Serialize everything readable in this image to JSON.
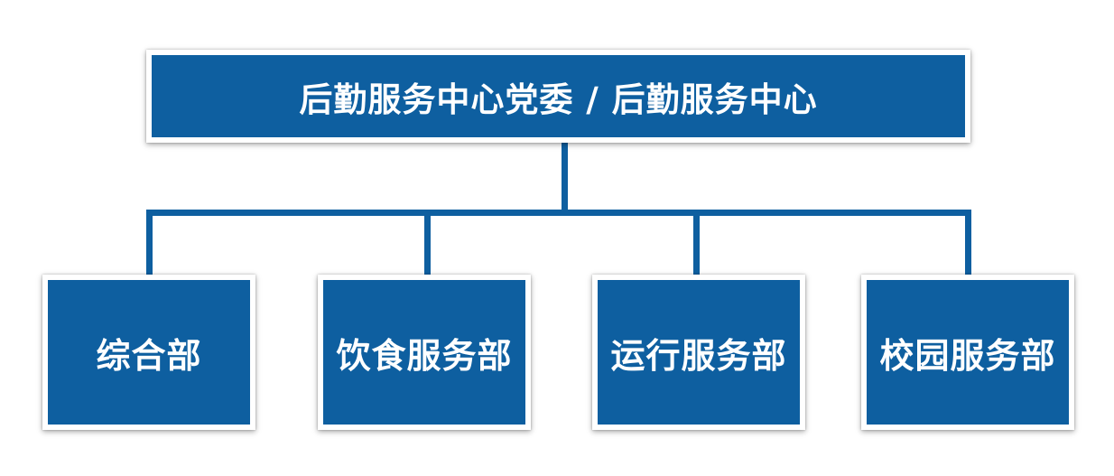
{
  "root": {
    "label": "后勤服务中心党委 / 后勤服务中心"
  },
  "departments": [
    {
      "label": "综合部"
    },
    {
      "label": "饮食服务部"
    },
    {
      "label": "运行服务部"
    },
    {
      "label": "校园服务部"
    }
  ],
  "colors": {
    "box_fill": "#0e5fa0",
    "box_border": "#ffffff",
    "connector": "#0e5fa0",
    "text": "#ffffff"
  }
}
